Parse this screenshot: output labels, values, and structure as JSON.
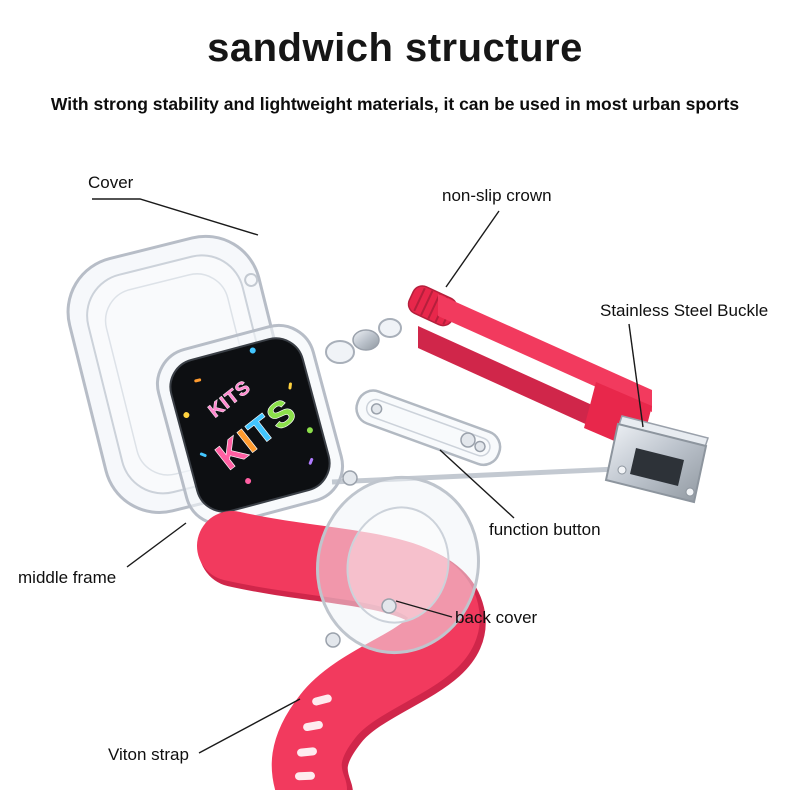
{
  "page": {
    "title": "sandwich structure",
    "subtitle": "With strong stability and lightweight materials, it can be used in most urban sports"
  },
  "callouts": {
    "cover": "Cover",
    "non_slip_crown": "non-slip crown",
    "stainless_steel_buckle": "Stainless Steel Buckle",
    "function_button": "function button",
    "middle_frame": "middle frame",
    "back_cover": "back cover",
    "viton_strap": "Viton strap"
  },
  "watch_face": {
    "letters": [
      "K",
      "I",
      "T",
      "S"
    ],
    "small_word": "KITS"
  },
  "colors": {
    "strap_red": "#f23a5e",
    "strap_red_dark": "#d0264a",
    "crown_red": "#e8274b",
    "silver_edge": "#8d959e",
    "leader_line": "#1a1a1a"
  }
}
